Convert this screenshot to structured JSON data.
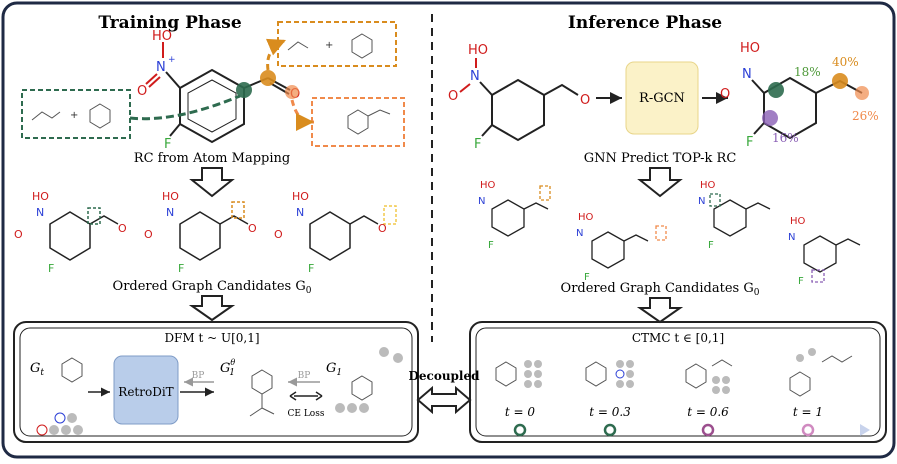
{
  "training": {
    "title": "Training Phase",
    "rc_caption": "RC from Atom Mapping",
    "candidates_caption": "Ordered Graph Candidates G",
    "candidates_sub": "0",
    "dfm_label": "DFM t ~ U[0,1]",
    "model_label": "RetroDiT",
    "bp_left": "BP",
    "bp_right": "BP",
    "ce_loss": "CE Loss",
    "g_t": "G",
    "g_t_sub": "t",
    "g_theta": "G",
    "g_theta_sub": "1",
    "g_theta_sup": "θ",
    "g_one": "G",
    "g_one_sub": "1"
  },
  "inference": {
    "title": "Inference Phase",
    "rgcn_label": "R-GCN",
    "gnn_caption": "GNN Predict TOP-k RC",
    "candidates_caption": "Ordered Graph Candidates G",
    "candidates_sub": "0",
    "ctmc_label": "CTMC t ∈ [0,1]",
    "pct_green": "18%",
    "pct_orange_top": "40%",
    "pct_orange_side": "26%",
    "pct_purple": "16%",
    "timesteps": [
      "t = 0",
      "t = 0.3",
      "t = 0.6",
      "t = 1"
    ]
  },
  "decoupled_label": "Decoupled",
  "colors": {
    "green": "#2e6b4f",
    "orange": "#d98c1e",
    "light_orange": "#f08a4b",
    "purple": "#8a5fb5",
    "box_blue": "#b9cdea",
    "box_yellow": "#fbf2c8",
    "frame": "#1f2a44"
  }
}
